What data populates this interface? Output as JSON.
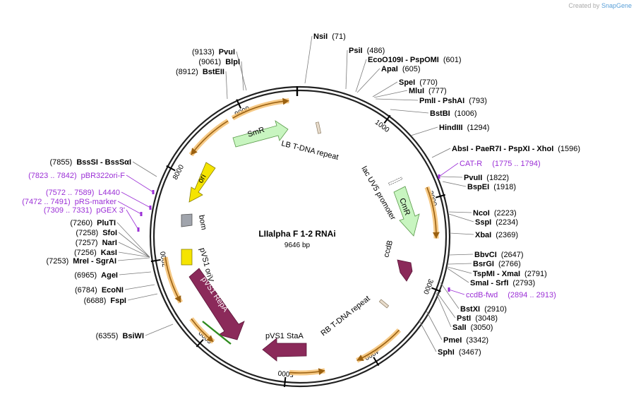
{
  "credit": {
    "prefix": "Created by",
    "brand": "SnapGene"
  },
  "plasmid": {
    "name": "LIIalpha F 1-2 RNAi",
    "size": "9646 bp",
    "length": 9646
  },
  "ticks": [
    "1000",
    "2000",
    "3000",
    "4000",
    "5000",
    "6000",
    "7000",
    "8000",
    "9000"
  ],
  "sites": [
    {
      "name": "NsiI",
      "pos": "(71)"
    },
    {
      "name": "PsiI",
      "pos": "(486)"
    },
    {
      "name": "EcoO109I  - PspOMI",
      "pos": "(601)"
    },
    {
      "name": "ApaI",
      "pos": "(605)"
    },
    {
      "name": "SpeI",
      "pos": "(770)"
    },
    {
      "name": "MluI",
      "pos": "(777)"
    },
    {
      "name": "PmlI  - PshAI",
      "pos": "(793)"
    },
    {
      "name": "BstBI",
      "pos": "(1006)"
    },
    {
      "name": "HindIII",
      "pos": "(1294)"
    },
    {
      "name": "AbsI  - PaeR7I  - PspXI  - XhoI",
      "pos": "(1596)"
    },
    {
      "name": "PvuII",
      "pos": "(1822)"
    },
    {
      "name": "BspEI",
      "pos": "(1918)"
    },
    {
      "name": "NcoI",
      "pos": "(2223)"
    },
    {
      "name": "SspI",
      "pos": "(2234)"
    },
    {
      "name": "XbaI",
      "pos": "(2369)"
    },
    {
      "name": "BbvCI",
      "pos": "(2647)"
    },
    {
      "name": "BsrGI",
      "pos": "(2766)"
    },
    {
      "name": "TspMI  - XmaI",
      "pos": "(2791)"
    },
    {
      "name": "SmaI  - SrfI",
      "pos": "(2793)"
    },
    {
      "name": "BstXI",
      "pos": "(2910)"
    },
    {
      "name": "PstI",
      "pos": "(3048)"
    },
    {
      "name": "SalI",
      "pos": "(3050)"
    },
    {
      "name": "PmeI",
      "pos": "(3342)"
    },
    {
      "name": "SphI",
      "pos": "(3467)"
    },
    {
      "name": "BsiWI",
      "pos": "(6355)"
    },
    {
      "name": "FspI",
      "pos": "(6688)"
    },
    {
      "name": "EcoNI",
      "pos": "(6784)"
    },
    {
      "name": "AgeI",
      "pos": "(6965)"
    },
    {
      "name": "MreI  - SgrAI",
      "pos": "(7253)"
    },
    {
      "name": "KasI",
      "pos": "(7256)"
    },
    {
      "name": "NarI",
      "pos": "(7257)"
    },
    {
      "name": "SfoI",
      "pos": "(7258)"
    },
    {
      "name": "PluTI",
      "pos": "(7260)"
    },
    {
      "name": "BssSI  - BssSαI",
      "pos": "(7855)"
    },
    {
      "name": "BstEII",
      "pos": "(8912)"
    },
    {
      "name": "BlpI",
      "pos": "(9061)"
    },
    {
      "name": "PvuI",
      "pos": "(9133)"
    }
  ],
  "primers": [
    {
      "name": "CAT-R",
      "range": "(1775 .. 1794)"
    },
    {
      "name": "ccdB-fwd",
      "range": "(2894 .. 2913)"
    },
    {
      "name": "pGEX 3'",
      "range": "(7309 .. 7331)"
    },
    {
      "name": "pRS-marker",
      "range": "(7472 .. 7491)"
    },
    {
      "name": "L4440",
      "range": "(7572 .. 7589)"
    },
    {
      "name": "pBR322ori-F",
      "range": "(7823 .. 7842)"
    }
  ],
  "features": [
    {
      "name": "SmR"
    },
    {
      "name": "LB T-DNA repeat"
    },
    {
      "name": "lac UV5 promoter"
    },
    {
      "name": "CmR"
    },
    {
      "name": "ccdB"
    },
    {
      "name": "RB T-DNA repeat"
    },
    {
      "name": "pVS1 StaA"
    },
    {
      "name": "pVS1 RepA"
    },
    {
      "name": "pVS1 oriV"
    },
    {
      "name": "bom"
    },
    {
      "name": "ori"
    }
  ],
  "colors": {
    "backbone": "#222222",
    "smr": "#c8f5c0",
    "cmr": "#c8f5c0",
    "ccdb": "#8b2a5a",
    "pvs1": "#8b2a5a",
    "ori": "#f5e400",
    "oriv": "#f5e400",
    "bom": "#a0a4ac",
    "orf": "#f0a830",
    "primer": "#9b2fd6"
  }
}
